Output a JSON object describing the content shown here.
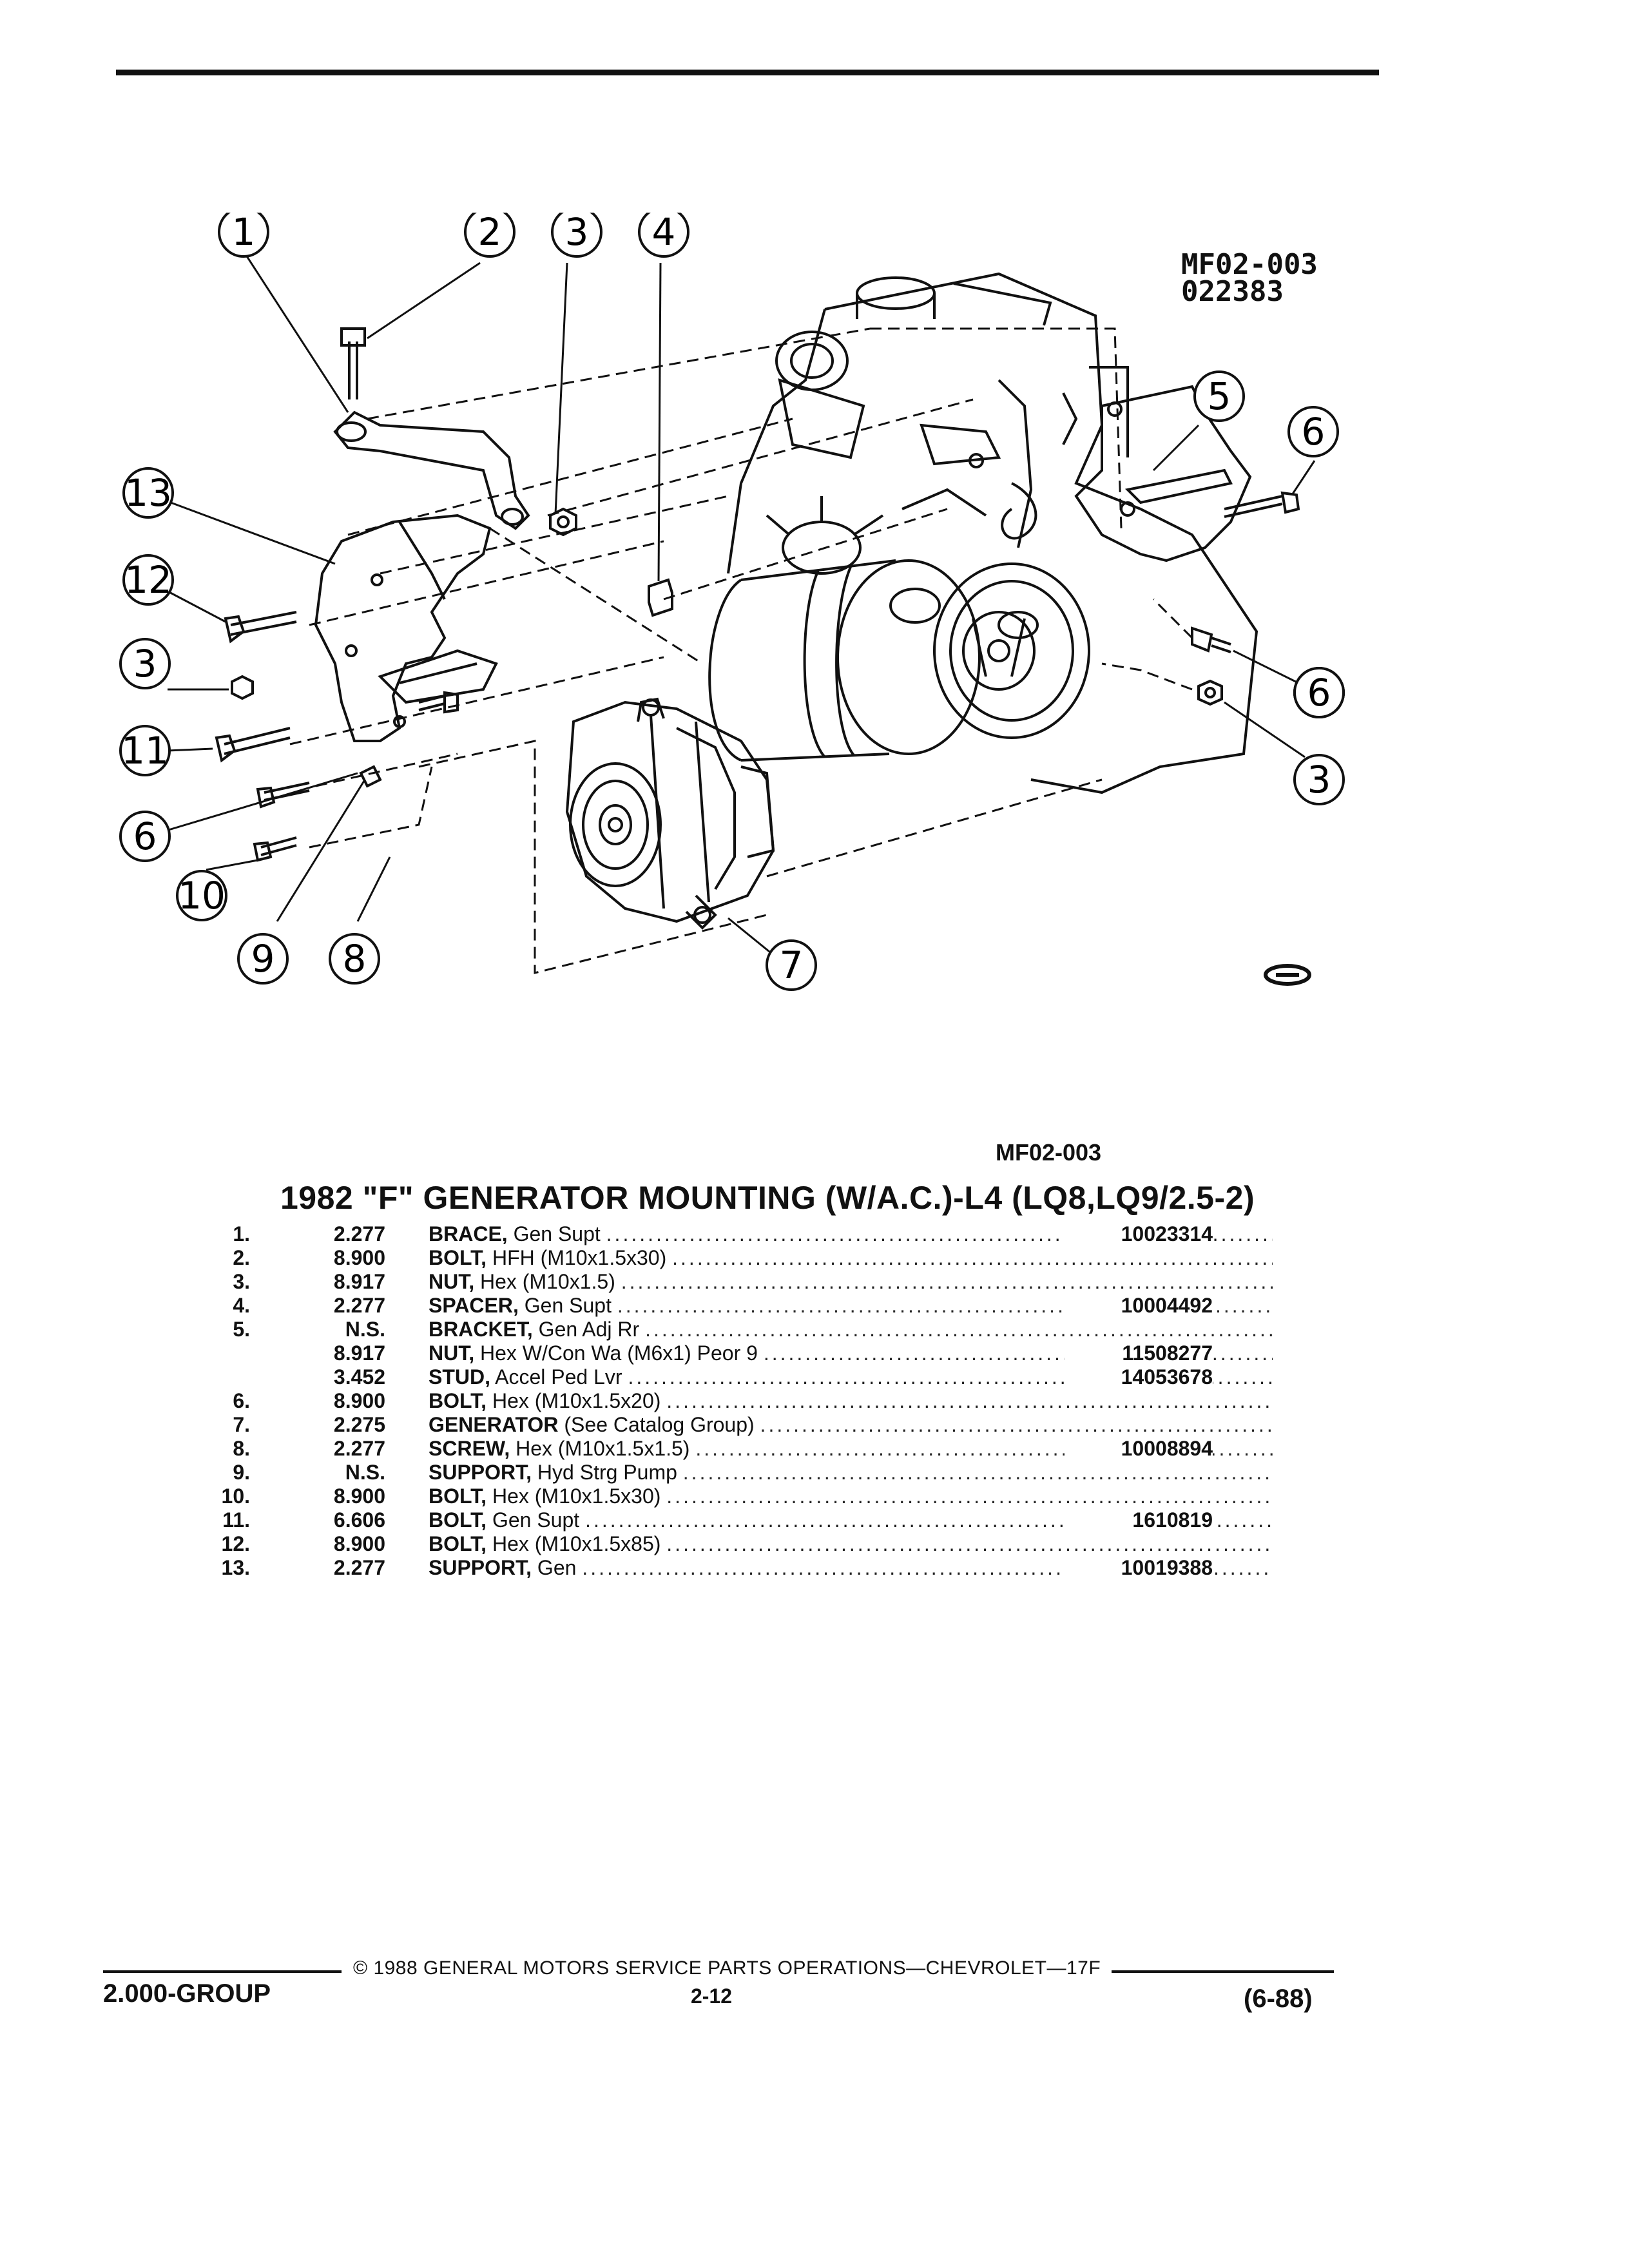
{
  "figure": {
    "code_line1": "MF02-003",
    "code_line2": "022383",
    "callouts": [
      "1",
      "2",
      "3",
      "4",
      "5",
      "6",
      "3",
      "6",
      "3",
      "12",
      "13",
      "11",
      "6",
      "10",
      "9",
      "8",
      "7"
    ]
  },
  "caption_id": "MF02-003",
  "title": "1982 \"F\" GENERATOR MOUNTING (W/A.C.)-L4 (LQ8,LQ9/2.5-2)",
  "parts": [
    {
      "no": "1.",
      "group": "2.277",
      "name": "BRACE,",
      "desc": "Gen Supt",
      "part": "10023314"
    },
    {
      "no": "2.",
      "group": "8.900",
      "name": "BOLT,",
      "desc": "HFH (M10x1.5x30)",
      "part": ""
    },
    {
      "no": "3.",
      "group": "8.917",
      "name": "NUT,",
      "desc": "Hex (M10x1.5)",
      "part": ""
    },
    {
      "no": "4.",
      "group": "2.277",
      "name": "SPACER,",
      "desc": "Gen Supt",
      "part": "10004492"
    },
    {
      "no": "5.",
      "group": "N.S.",
      "name": "BRACKET,",
      "desc": "Gen Adj Rr",
      "part": ""
    },
    {
      "no": "",
      "group": "8.917",
      "name": "NUT,",
      "desc": "Hex W/Con Wa (M6x1) Peor 9",
      "part": "11508277"
    },
    {
      "no": "",
      "group": "3.452",
      "name": "STUD,",
      "desc": "Accel Ped Lvr",
      "part": "14053678"
    },
    {
      "no": "6.",
      "group": "8.900",
      "name": "BOLT,",
      "desc": "Hex (M10x1.5x20)",
      "part": ""
    },
    {
      "no": "7.",
      "group": "2.275",
      "name": "GENERATOR",
      "desc": "(See Catalog Group)",
      "part": ""
    },
    {
      "no": "8.",
      "group": "2.277",
      "name": "SCREW,",
      "desc": "Hex (M10x1.5x1.5)",
      "part": "10008894"
    },
    {
      "no": "9.",
      "group": "N.S.",
      "name": "SUPPORT,",
      "desc": "Hyd Strg Pump",
      "part": ""
    },
    {
      "no": "10.",
      "group": "8.900",
      "name": "BOLT,",
      "desc": "Hex (M10x1.5x30)",
      "part": ""
    },
    {
      "no": "11.",
      "group": "6.606",
      "name": "BOLT,",
      "desc": "Gen Supt",
      "part": "1610819"
    },
    {
      "no": "12.",
      "group": "8.900",
      "name": "BOLT,",
      "desc": "Hex (M10x1.5x85)",
      "part": ""
    },
    {
      "no": "13.",
      "group": "2.277",
      "name": "SUPPORT,",
      "desc": "Gen",
      "part": "10019388"
    }
  ],
  "footer": {
    "copyright": "© 1988 GENERAL MOTORS SERVICE PARTS OPERATIONS—CHEVROLET—17F",
    "group": "2.000-GROUP",
    "page": "2-12",
    "date": "(6-88)"
  }
}
